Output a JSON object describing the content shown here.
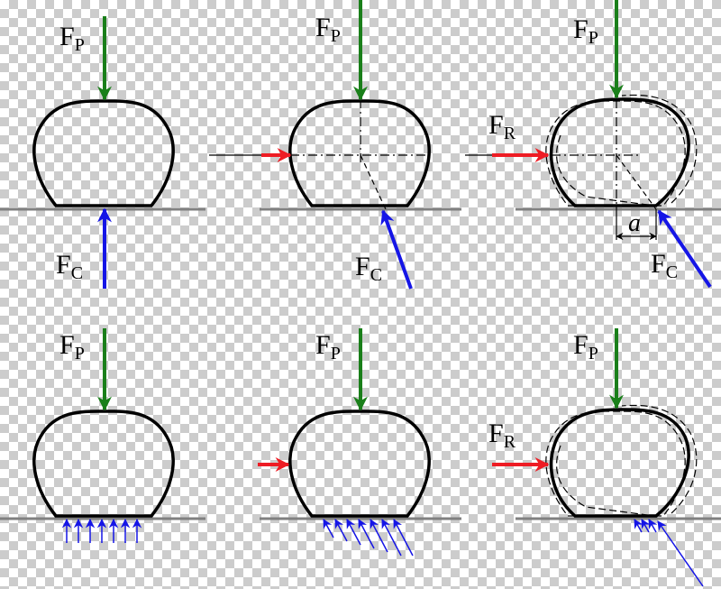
{
  "labels": {
    "fp_main": "F",
    "fp_sub": "P",
    "fc_main": "F",
    "fc_sub": "C",
    "fr_main": "F",
    "fr_sub": "R",
    "dim_a": "a"
  },
  "colors": {
    "pressing_force": "#1a7f1a",
    "lateral_force": "#ee1c24",
    "contact_force": "#1515e6",
    "outline": "#000000",
    "ground": "#808080"
  }
}
